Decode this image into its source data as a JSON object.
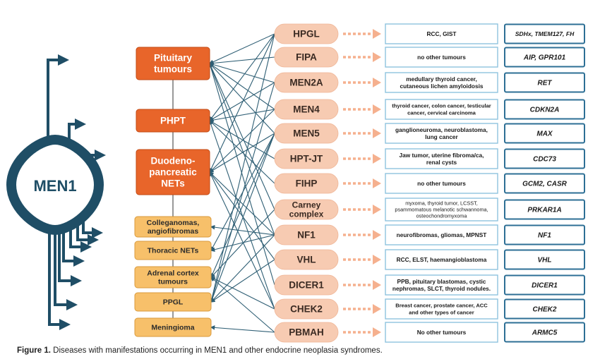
{
  "center": {
    "label": "MEN1"
  },
  "left_nodes": [
    {
      "id": "pit",
      "label": [
        "Pituitary",
        "tumours"
      ],
      "style": "major"
    },
    {
      "id": "phpt",
      "label": [
        "PHPT"
      ],
      "style": "major"
    },
    {
      "id": "duo",
      "label": [
        "Duodeno-",
        "pancreatic",
        "NETs"
      ],
      "style": "major"
    },
    {
      "id": "coll",
      "label": [
        "Colleganomas,",
        "angiofibromas"
      ],
      "style": "minor"
    },
    {
      "id": "thor",
      "label": [
        "Thoracic NETs"
      ],
      "style": "minor"
    },
    {
      "id": "adr",
      "label": [
        "Adrenal cortex",
        "tumours"
      ],
      "style": "minor"
    },
    {
      "id": "ppgl",
      "label": [
        "PPGL"
      ],
      "style": "minor"
    },
    {
      "id": "men",
      "label": [
        "Meningioma"
      ],
      "style": "minor"
    }
  ],
  "syndromes": [
    {
      "id": "HPGL",
      "label": [
        "HPGL"
      ],
      "tumours": [
        "RCC, GIST"
      ],
      "genes": "SDHx, TMEM127, FH"
    },
    {
      "id": "FIPA",
      "label": [
        "FIPA"
      ],
      "tumours": [
        "no other tumours"
      ],
      "genes": "AIP, GPR101"
    },
    {
      "id": "MEN2A",
      "label": [
        "MEN2A"
      ],
      "tumours": [
        "medullary thyroid cancer,",
        "cutaneous lichen amyloidosis"
      ],
      "genes": "RET"
    },
    {
      "id": "MEN4",
      "label": [
        "MEN4"
      ],
      "tumours": [
        "thyroid cancer, colon cancer, testicular",
        "cancer, cervical carcinoma"
      ],
      "genes": "CDKN2A"
    },
    {
      "id": "MEN5",
      "label": [
        "MEN5"
      ],
      "tumours": [
        "ganglioneuroma, neuroblastoma,",
        "lung cancer"
      ],
      "genes": "MAX"
    },
    {
      "id": "HPTJT",
      "label": [
        "HPT-JT"
      ],
      "tumours": [
        "Jaw tumor, uterine fibroma/ca,",
        "renal cysts"
      ],
      "genes": "CDC73"
    },
    {
      "id": "FIHP",
      "label": [
        "FIHP"
      ],
      "tumours": [
        "no other tumours"
      ],
      "genes": "GCM2, CASR"
    },
    {
      "id": "CARNEY",
      "label": [
        "Carney",
        "complex"
      ],
      "tumours": [
        "myxoma, thyroid tumor, LCSST,",
        "psammomatous melanotic schwannoma,",
        "osteochondromyxoma"
      ],
      "genes": "PRKAR1A"
    },
    {
      "id": "NF1",
      "label": [
        "NF1"
      ],
      "tumours": [
        "neurofibromas, gliomas, MPNST"
      ],
      "genes": "NF1"
    },
    {
      "id": "VHL",
      "label": [
        "VHL"
      ],
      "tumours": [
        "RCC, ELST, haemangioblastoma"
      ],
      "genes": "VHL"
    },
    {
      "id": "DICER1",
      "label": [
        "DICER1"
      ],
      "tumours": [
        "PPB, pituitary blastomas, cystic",
        "nephromas, SLCT, thyroid nodules."
      ],
      "genes": "DICER1"
    },
    {
      "id": "CHEK2",
      "label": [
        "CHEK2"
      ],
      "tumours": [
        "Breast cancer, prostate cancer, ACC",
        "and other types of cancer"
      ],
      "genes": "CHEK2"
    },
    {
      "id": "PBMAH",
      "label": [
        "PBMAH"
      ],
      "tumours": [
        "No other tumours"
      ],
      "genes": "ARMC5"
    }
  ],
  "links": [
    [
      "pit",
      "HPGL"
    ],
    [
      "pit",
      "FIPA"
    ],
    [
      "pit",
      "MEN2A"
    ],
    [
      "pit",
      "MEN4"
    ],
    [
      "pit",
      "MEN5"
    ],
    [
      "pit",
      "CARNEY"
    ],
    [
      "pit",
      "DICER1"
    ],
    [
      "pit",
      "NF1"
    ],
    [
      "phpt",
      "HPGL"
    ],
    [
      "phpt",
      "MEN2A"
    ],
    [
      "phpt",
      "MEN4"
    ],
    [
      "phpt",
      "HPTJT"
    ],
    [
      "phpt",
      "FIHP"
    ],
    [
      "phpt",
      "CHEK2"
    ],
    [
      "duo",
      "HPGL"
    ],
    [
      "duo",
      "MEN4"
    ],
    [
      "duo",
      "MEN5"
    ],
    [
      "duo",
      "NF1"
    ],
    [
      "duo",
      "VHL"
    ],
    [
      "duo",
      "CHEK2"
    ],
    [
      "coll",
      "NF1"
    ],
    [
      "thor",
      "MEN5"
    ],
    [
      "thor",
      "NF1"
    ],
    [
      "adr",
      "MEN5"
    ],
    [
      "adr",
      "CARNEY"
    ],
    [
      "adr",
      "PBMAH"
    ],
    [
      "adr",
      "CHEK2"
    ],
    [
      "ppgl",
      "HPGL"
    ],
    [
      "ppgl",
      "MEN2A"
    ],
    [
      "ppgl",
      "MEN5"
    ],
    [
      "ppgl",
      "NF1"
    ],
    [
      "ppgl",
      "VHL"
    ],
    [
      "men",
      "PBMAH"
    ]
  ],
  "caption": {
    "prefix": "Figure 1.",
    "text": " Diseases with manifestations occurring in MEN1 and other endocrine neoplasia syndromes."
  },
  "colors": {
    "major_fill": "#e8652a",
    "major_stroke": "#c24a14",
    "minor_fill": "#f7c06a",
    "minor_stroke": "#d99a3c",
    "syndrome_fill": "#f7cbb2",
    "arrow": "#f5b08e",
    "tumour_border": "#8ec3df",
    "gene_border": "#2d6f95",
    "line": "#2e5e74",
    "men1": "#1f4e66"
  }
}
